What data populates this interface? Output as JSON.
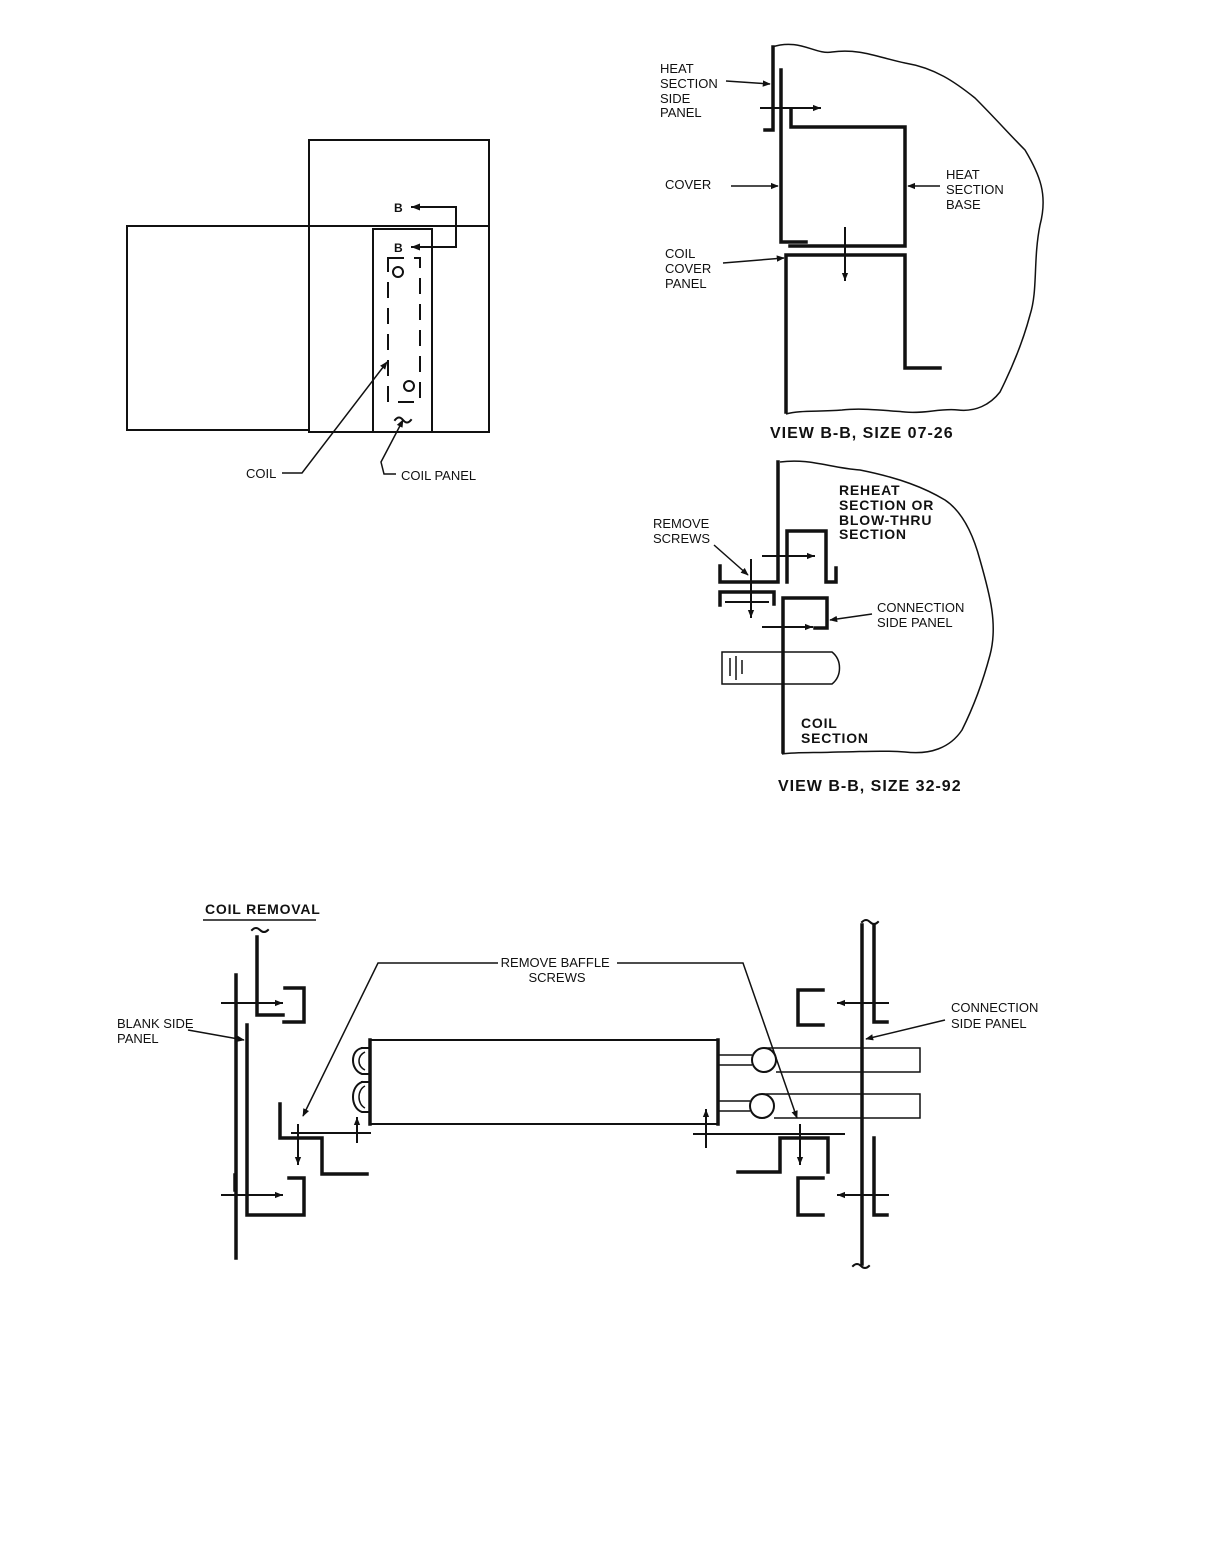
{
  "plan_view": {
    "section_marker": "B",
    "coil_label": "COIL",
    "coil_panel_label": "COIL PANEL"
  },
  "view_small": {
    "heat_side_panel": [
      "HEAT",
      "SECTION",
      "SIDE",
      "PANEL"
    ],
    "cover": "COVER",
    "heat_base": [
      "HEAT",
      "SECTION",
      "BASE"
    ],
    "coil_cover_panel": [
      "COIL",
      "COVER",
      "PANEL"
    ],
    "title": "VIEW B-B, SIZE 07-26"
  },
  "view_large": {
    "reheat": [
      "REHEAT",
      "SECTION OR",
      "BLOW-THRU",
      "SECTION"
    ],
    "remove_screws": [
      "REMOVE",
      "SCREWS"
    ],
    "connection_side_panel": [
      "CONNECTION",
      "SIDE PANEL"
    ],
    "coil_section": [
      "COIL",
      "SECTION"
    ],
    "title": "VIEW B-B, SIZE 32-92"
  },
  "coil_removal": {
    "title": "COIL REMOVAL",
    "remove_baffle_screws": [
      "REMOVE BAFFLE",
      "SCREWS"
    ],
    "blank_side_panel": [
      "BLANK SIDE",
      "PANEL"
    ],
    "connection_side_panel": [
      "CONNECTION",
      "SIDE PANEL"
    ]
  }
}
